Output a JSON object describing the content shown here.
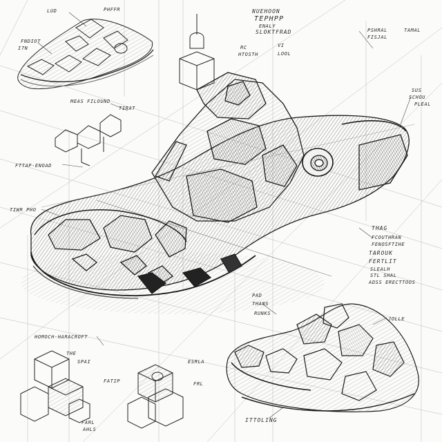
{
  "annotations": {
    "top_left_1": "LUD",
    "top_left_2": "PHFFR",
    "top_left_3": "FNDIOT",
    "top_left_4": "I7N",
    "top_center_1": "NUEHOON",
    "top_center_2": "TEPHPP",
    "top_center_3": "ENALY",
    "top_center_4": "SLOKTFRAD",
    "top_right_1": "PSHRAL",
    "top_right_2": "TAMAL",
    "top_right_3": "FISJAL",
    "mid_top_1": "RC",
    "mid_top_2": "HTOSTH",
    "mid_top_3": "VI",
    "mid_top_4": "LOOL",
    "left_label_1": "MEAS FILOUND",
    "left_label_2": "TIRAT",
    "left_label_3": "FTTAP-ENOAD",
    "left_label_4": "TIWR PHO",
    "right_label_1": "SUS",
    "right_label_2": "SCHOU",
    "right_label_3": "PLEAL",
    "right_stack_1": "THAG",
    "right_stack_2": "FCOUTHRAN",
    "right_stack_3": "FENOSFTIHE",
    "right_stack_4": "TAROUK",
    "right_stack_5": "FERTLIT",
    "right_stack_6": "SLEALH",
    "right_stack_7": "STL SHAL",
    "right_stack_8": "ADSS ERECTTOOS",
    "bottom_left_1": "HOMOCH-HARACROFT",
    "bottom_left_2": "THE",
    "bottom_left_3": "SPAI",
    "bottom_left_4": "FATIP",
    "bottom_left_5": "FARL",
    "bottom_left_6": "AHLS",
    "bottom_center_1": "ESRLA",
    "bottom_center_2": "FRL",
    "bottom_right_1": "PAD",
    "bottom_right_2": "THANS",
    "bottom_right_3": "RUNKS",
    "bottom_right_4": "JOLLE",
    "bottom_right_5": "ITTOLING"
  }
}
